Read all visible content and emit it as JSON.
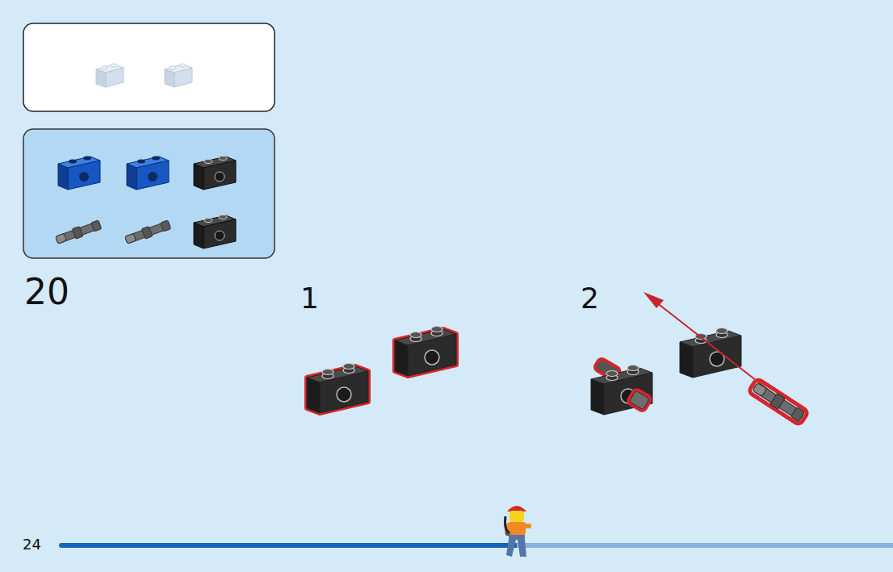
{
  "diagram": {
    "labels": [
      "20",
      "1",
      "2",
      "24"
    ]
  }
}
